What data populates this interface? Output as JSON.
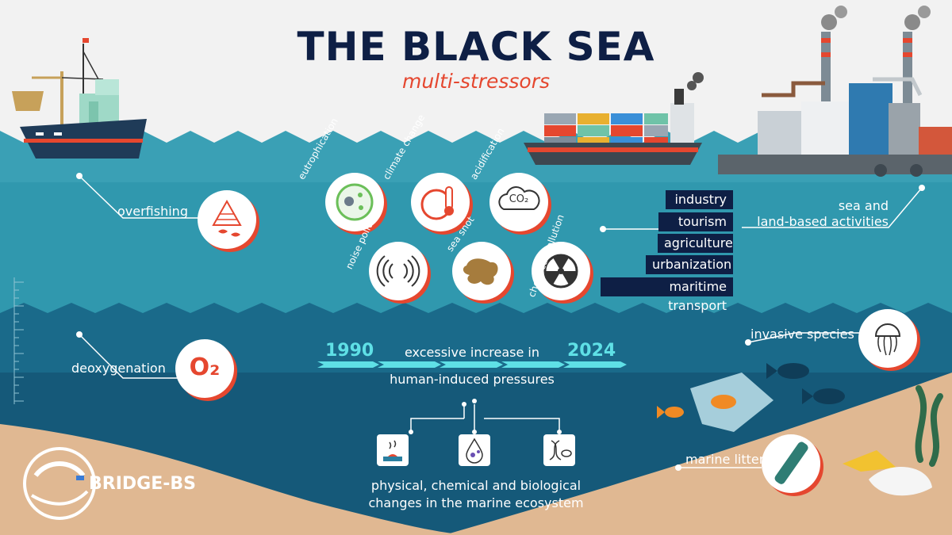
{
  "title": "THE BLACK SEA",
  "subtitle": "multi-stressors",
  "stressors": {
    "overfishing": "overfishing",
    "eutrophication": "eutrophication",
    "climate_change": "climate change",
    "acidification": "acidification",
    "noise_pollution": "noise pollution",
    "sea_snot": "sea snot",
    "chemical_pollution": "chemical pollution",
    "deoxygenation": "deoxygenation",
    "invasive_species": "invasive species",
    "marine_litter": "marine litter"
  },
  "acidification_symbol": "CO₂",
  "oxygen_symbol": "O₂",
  "activities": {
    "label": [
      "sea and",
      "land-based activities"
    ],
    "items": [
      "industry",
      "tourism",
      "agriculture",
      "urbanization",
      "maritime transport"
    ]
  },
  "timeline": {
    "start_year": "1990",
    "end_year": "2024",
    "line1": "excessive increase in",
    "line2": "human-induced pressures"
  },
  "changes": {
    "line1": "physical, chemical and biological",
    "line2": "changes in the marine ecosystem"
  },
  "logo": "BRIDGE-BS",
  "colors": {
    "navy": "#0e1f45",
    "accent": "#e5472f",
    "sea_surface": "#3aa0b5",
    "sea_mid": "#1f7f98",
    "sea_deep": "#124a6b",
    "sand": "#e0b892",
    "timeline": "#5fe0e6"
  }
}
